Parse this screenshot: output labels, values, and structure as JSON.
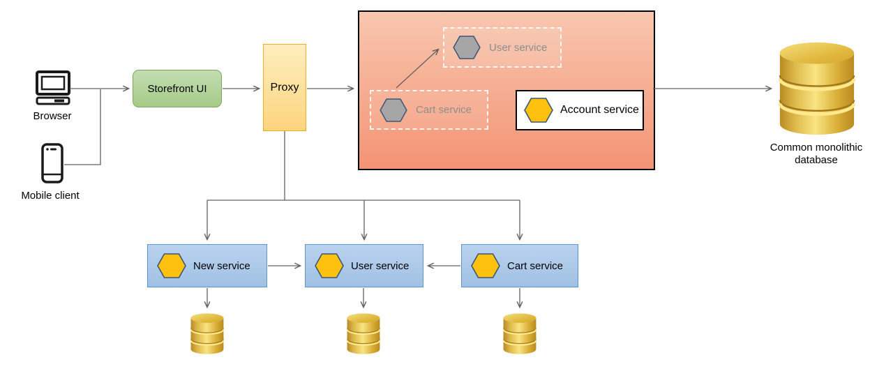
{
  "diagram": {
    "clients": {
      "browser": {
        "label": "Browser",
        "icon": "monitor-icon"
      },
      "mobile_client": {
        "label": "Mobile client",
        "icon": "smartphone-icon"
      }
    },
    "nodes": {
      "storefront_ui": {
        "label": "Storefront UI"
      },
      "proxy": {
        "label": "Proxy"
      },
      "monolith": {
        "user_service": {
          "label": "User service",
          "state": "faded",
          "icon": "hexagon-icon"
        },
        "cart_service": {
          "label": "Cart service",
          "state": "faded",
          "icon": "hexagon-icon"
        },
        "account_service": {
          "label": "Account service",
          "state": "active",
          "icon": "hexagon-icon"
        }
      },
      "common_database": {
        "label_line1": "Common monolithic",
        "label_line2": "database",
        "icon": "database-cylinder-icon"
      },
      "new_service": {
        "label": "New service",
        "icon": "hexagon-icon"
      },
      "user_service": {
        "label": "User service",
        "icon": "hexagon-icon"
      },
      "cart_service": {
        "label": "Cart service",
        "icon": "hexagon-icon"
      }
    },
    "colors": {
      "storefront_green": "#a9cd8e",
      "proxy_yellow": "#fcd77f",
      "monolith_salmon": "#f5a284",
      "service_blue": "#aac8e8",
      "hexagon_orange": "#ffc110",
      "hexagon_gray": "#a6a6a6",
      "hexagon_border": "#3b5674",
      "database_gold": "#e0b33c",
      "connector_gray": "#616161"
    }
  }
}
